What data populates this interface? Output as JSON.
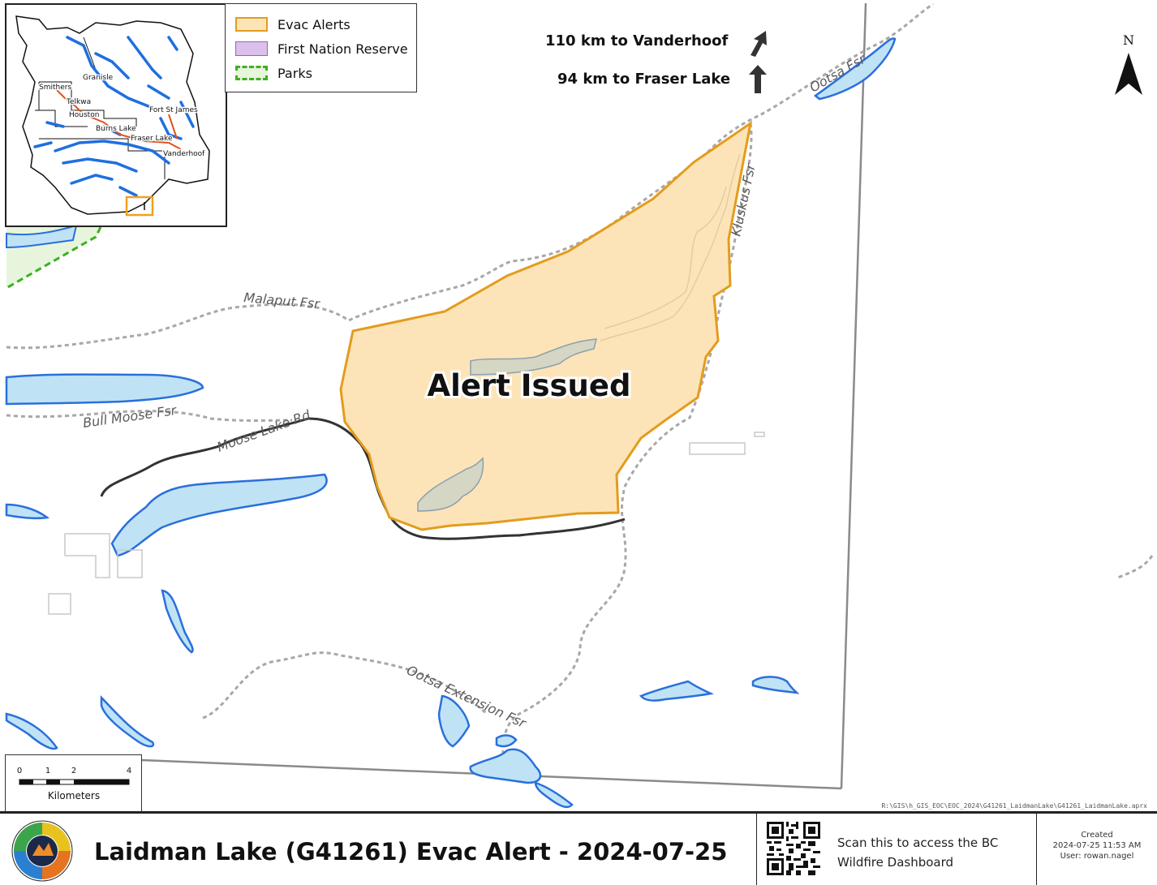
{
  "map": {
    "alert_label": "Alert Issued",
    "roads": {
      "malaput": "Malaput Fsr",
      "bull_moose": "Bull Moose Fsr",
      "moose_lake": "Moose Lake Rd",
      "kluskus": "Kluskus Fsr",
      "ootsa": "Ootsa Fsr",
      "ootsa_extension": "Ootsa Extension Fsr"
    },
    "north_label": "N",
    "directions": [
      {
        "text": "110 km to Vanderhoof"
      },
      {
        "text": "94 km to Fraser Lake"
      }
    ],
    "file_path": "R:\\GIS\\h_GIS_EOC\\EOC_2024\\G41261_LaidmanLake\\G41261_LaidmanLake.aprx"
  },
  "inset": {
    "towns": {
      "smithers": "Smithers",
      "granisle": "Granisle",
      "telkwa": "Telkwa",
      "houston": "Houston",
      "fort_st_james": "Fort St James",
      "burns_lake": "Burns Lake",
      "fraser_lake": "Fraser Lake",
      "vanderhoof": "Vanderhoof"
    }
  },
  "legend": {
    "items": [
      {
        "label": "Evac Alerts",
        "fill": "#fde4b8",
        "stroke": "#e39c1e"
      },
      {
        "label": "First Nation Reserve",
        "fill": "#dcc0ec",
        "stroke": "#8e6aa8"
      },
      {
        "label": "Parks",
        "fill": "#e6f5dc",
        "stroke": "#3db01e"
      }
    ]
  },
  "scale_bar": {
    "ticks": [
      "0",
      "1",
      "2",
      "4"
    ],
    "unit": "Kilometers"
  },
  "footer": {
    "title": "Laidman Lake (G41261) Evac Alert - 2024-07-25",
    "qr_caption": "Scan this to access the BC Wildfire Dashboard",
    "created_label": "Created",
    "created_datetime": "2024-07-25 11:53 AM",
    "created_user": "User: rowan.nagel"
  },
  "colors": {
    "water": "#bfe3f5",
    "water_edge": "#2a6fdc",
    "alert_fill": "#fde4b8",
    "alert_stroke": "#e39c1e",
    "road_gray": "#a8a8a8",
    "road_dark": "#333333"
  }
}
